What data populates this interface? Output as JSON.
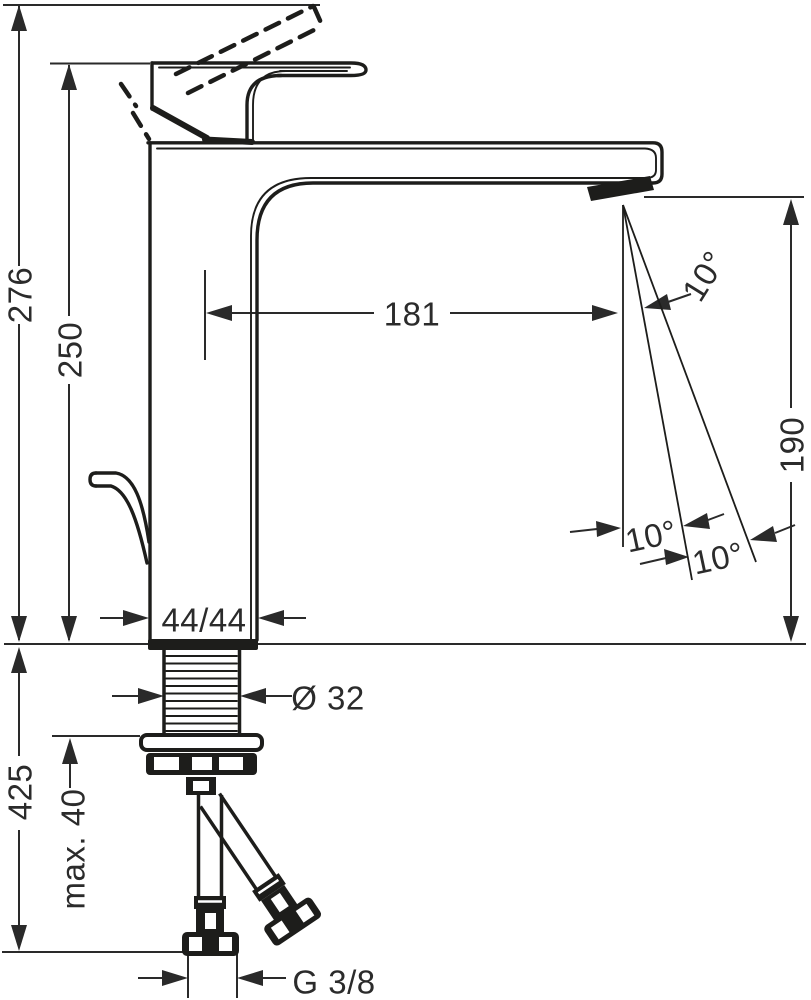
{
  "drawing": {
    "line_color": "#1d1d1b",
    "dimension_color": "#2a2a2a",
    "background": "#ffffff"
  },
  "labels": {
    "overall_height": "276",
    "handle_height": "250",
    "spout_reach": "181",
    "spout_angle_top": "10°",
    "spout_height": "190",
    "spout_angle_mid": "10°",
    "spout_angle_low": "10°",
    "base_dimensions": "44/44",
    "shank_diameter": "Ø 32",
    "hose_length": "425",
    "max_deck_thickness": "max. 40",
    "thread_size": "G 3/8"
  }
}
